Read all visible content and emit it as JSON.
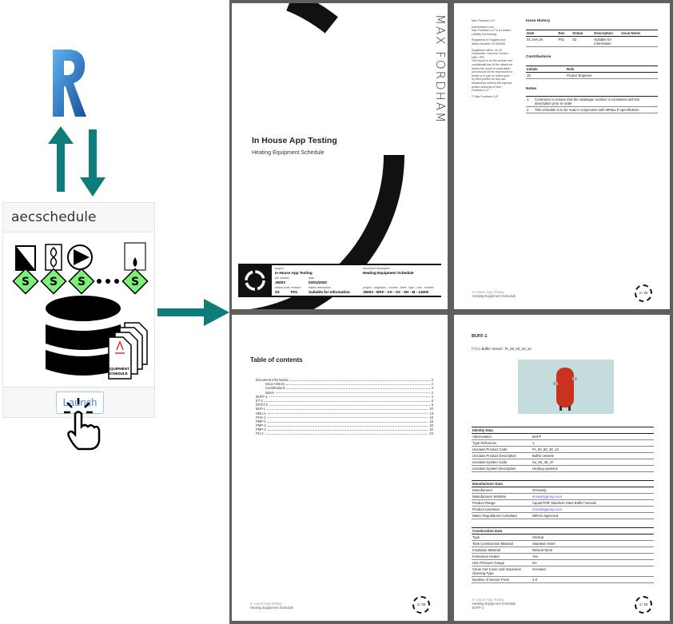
{
  "left": {
    "card_title": "aecschedule",
    "doc_label": "EQUIPMENT SCHEDULE",
    "stamp_letter": "S",
    "launch_label": "Launch",
    "revit_letter": "R"
  },
  "colors": {
    "teal": "#0e7c7b",
    "green": "#7df07a",
    "viewer_bg": "#5f5f5f"
  },
  "page1": {
    "brand": "MAX FORDHAM",
    "title": "In House App Testing",
    "subtitle": "Heating Equipment Schedule",
    "fields": [
      {
        "label": "project",
        "value": "In House App Testing"
      },
      {
        "label": "document description",
        "value": "Heating Equipment Schedule"
      },
      {
        "label": "job number",
        "value": "J5003"
      },
      {
        "label": "date",
        "value": "02/01/2020"
      },
      {
        "label": "status code",
        "value": "S2"
      },
      {
        "label": "revision",
        "value": "P01"
      },
      {
        "label": "status description",
        "value": "Suitable for Information"
      },
      {
        "label": "project - originator - volume - level - type - role - number",
        "value": "J5003 - MXF - XX - XX - SH - M - 14000"
      }
    ]
  },
  "page2": {
    "sidebar": [
      "Max Fordham LLP",
      "maxfordham.com",
      "Max Fordham LLP is a Limited Liability Partnership.",
      "Registered in England and Wales Number OC300026",
      "Registered office: 42-43 Gloucester Crescent London NW1 7PE",
      "This report is for the private and confidential use of the clients for whom the report is undertaken and should not be reproduced in whole or in part or relied upon by third parties for any use whatsoever without the express written authority of Max Fordham LLP",
      "© Max Fordham LLP"
    ],
    "issue_history": {
      "title": "Issue History",
      "headers": [
        "Date",
        "Rev",
        "Status",
        "Description",
        "Issue Notes"
      ],
      "rows": [
        [
          "02 JAN 20",
          "P01",
          "S2",
          "Suitable for information",
          ""
        ]
      ]
    },
    "contributions": {
      "title": "Contributions",
      "headers": [
        "Initials",
        "Role"
      ],
      "rows": [
        [
          "JG",
          "Project Engineer"
        ]
      ]
    },
    "notes": {
      "title": "Notes",
      "rows": [
        [
          "1",
          "Contractor to ensure that the catalogue number is consistent with the description prior to order"
        ],
        [
          "2",
          "This schedule is to be read in conjunction with MF&LLP specification."
        ]
      ]
    },
    "footer": [
      "In House App Testing",
      "Heating Equipment Schedule"
    ],
    "page_num": "2 / 25"
  },
  "page3": {
    "title": "Table of contents",
    "toc": [
      {
        "label": "Document Information",
        "page": "2",
        "indent": false
      },
      {
        "label": "Issue History",
        "page": "2",
        "indent": true
      },
      {
        "label": "Contributions",
        "page": "2",
        "indent": true
      },
      {
        "label": "Notes",
        "page": "2",
        "indent": true
      },
      {
        "label": "BUFF-1",
        "page": "4",
        "indent": false
      },
      {
        "label": "ET-2",
        "page": "6",
        "indent": false
      },
      {
        "label": "DPOT-2",
        "page": "8",
        "indent": false
      },
      {
        "label": "BLR-1",
        "page": "10",
        "indent": false
      },
      {
        "label": "HBU-1",
        "page": "13",
        "indent": false
      },
      {
        "label": "PHX-1",
        "page": "16",
        "indent": false
      },
      {
        "label": "PMP-1",
        "page": "18",
        "indent": false
      },
      {
        "label": "PMP-2",
        "page": "20",
        "indent": false
      },
      {
        "label": "PMP-4",
        "page": "22",
        "indent": false
      },
      {
        "label": "PU-2",
        "page": "24",
        "indent": false
      }
    ],
    "footer": [
      "In House App Testing",
      "Heating Equipment Schedule"
    ],
    "page_num": "3 / 25"
  },
  "page4": {
    "title": "BUFF-1",
    "toc_link": "[TOC]",
    "caption": "Buffer Vessel - Pr_60_60_20_10",
    "sections": [
      {
        "title": "Identity Data",
        "rows": [
          [
            "Abbreviation",
            "BUFF"
          ],
          [
            "Type Reference",
            "1"
          ],
          [
            "Uniclass Product Code",
            "Pr_60_60_20_10"
          ],
          [
            "Uniclass Product Description",
            "Buffer vessels"
          ],
          [
            "Uniclass System Code",
            "Ss_60_40_37"
          ],
          [
            "Uniclass System Description",
            "Heating systems"
          ]
        ]
      },
      {
        "title": "Manufacturer Data",
        "rows": [
          [
            "Manufacturer",
            "Ormandy"
          ],
          [
            "Manufacturer Website",
            "ormandygroup.com"
          ],
          [
            "Product Range",
            "AquaSTOR Stainless Steel Buffer Vessels"
          ],
          [
            "Product Literature",
            "ormandygroup.com"
          ],
          [
            "Water Regulations Compliant",
            "WRAS Approved"
          ]
        ]
      },
      {
        "title": "Construction Data",
        "rows": [
          [
            "Type",
            "Vertical"
          ],
          [
            "Tank Construction Material",
            "Stainless Steel"
          ],
          [
            "Insulation Material",
            "Mineral Wool"
          ],
          [
            "Immersion Heater",
            "Yes"
          ],
          [
            "Has Pressure Gauge",
            "No"
          ],
          [
            "Clean Out Cover and Inspection Opening Type",
            "Screwed"
          ],
          [
            "Number of Sensor Ports",
            "3.0"
          ]
        ]
      }
    ],
    "footer": [
      "In House App Testing",
      "Heating Equipment Schedule",
      "BUFF-1"
    ],
    "page_num": "4 / 25"
  }
}
